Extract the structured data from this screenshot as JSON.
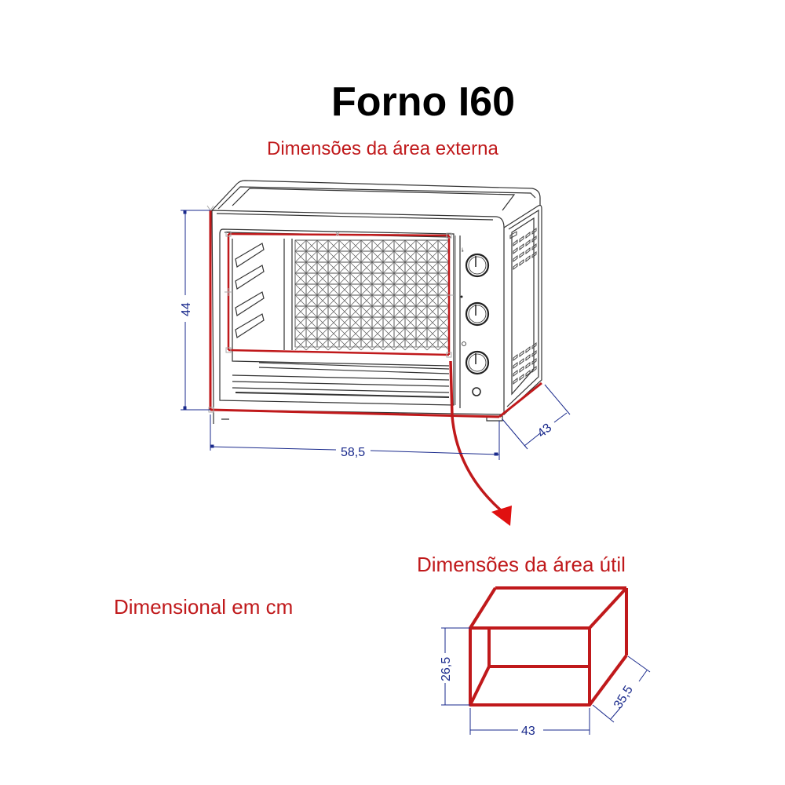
{
  "title": "Forno I60",
  "external": {
    "label": "Dimensões da área externa",
    "height": "44",
    "width": "58,5",
    "depth": "43"
  },
  "useful": {
    "label": "Dimensões da área útil",
    "height": "26,5",
    "width": "43",
    "depth": "35,5"
  },
  "unit_note": "Dimensional em cm",
  "colors": {
    "accent_red": "#c0191b",
    "dimension_blue": "#1a2a8c",
    "line_art": "#333333"
  }
}
